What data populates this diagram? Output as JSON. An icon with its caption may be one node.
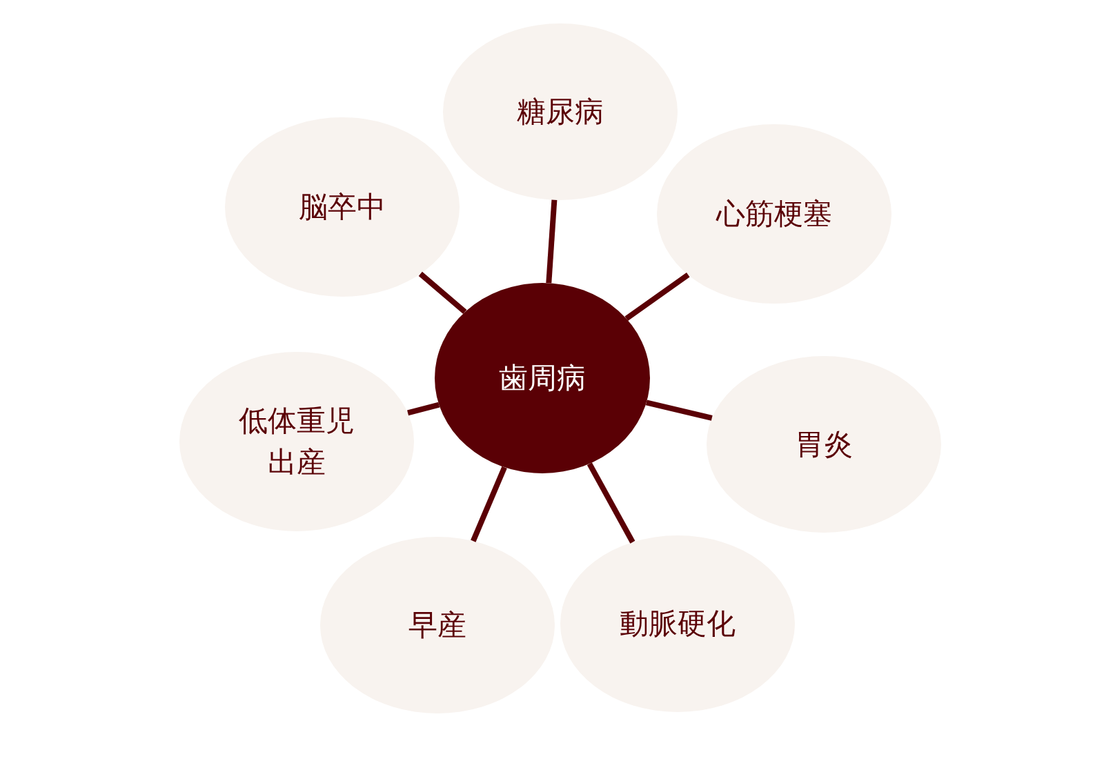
{
  "diagram": {
    "nodes": [
      {
        "text": [
          "歯周病"
        ]
      },
      {
        "text": [
          "糖尿病"
        ]
      },
      {
        "text": [
          "心筋梗塞"
        ]
      },
      {
        "text": [
          "胃炎"
        ]
      },
      {
        "text": [
          "動脈硬化"
        ]
      },
      {
        "text": [
          "早産"
        ]
      },
      {
        "text": [
          "低体重児出産"
        ]
      },
      {
        "text": [
          "脳卒中"
        ]
      }
    ],
    "edges": [
      {
        "from": 0,
        "to": 1,
        "arrow": "none"
      },
      {
        "from": 0,
        "to": 2,
        "arrow": "none"
      },
      {
        "from": 0,
        "to": 3,
        "arrow": "none"
      },
      {
        "from": 0,
        "to": 4,
        "arrow": "none"
      },
      {
        "from": 0,
        "to": 5,
        "arrow": "none"
      },
      {
        "from": 0,
        "to": 6,
        "arrow": "none"
      },
      {
        "from": 0,
        "to": 7,
        "arrow": "none"
      }
    ]
  }
}
